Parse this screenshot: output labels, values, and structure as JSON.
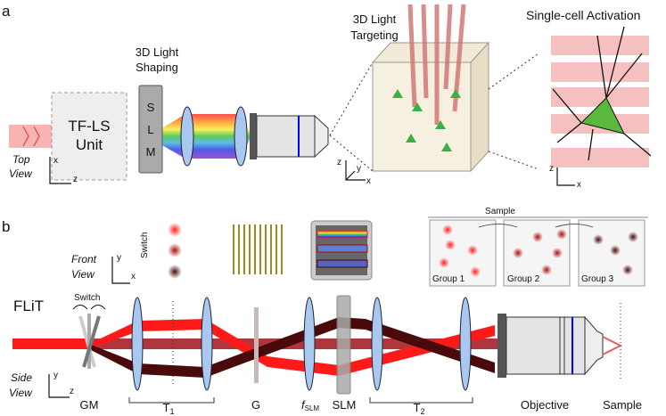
{
  "panel_a": {
    "letter": "a",
    "shaping_title": [
      "3D Light",
      "Shaping"
    ],
    "tfls_unit": [
      "TF-LS",
      "Unit"
    ],
    "slm_letters": [
      "S",
      "L",
      "M"
    ],
    "top_view": [
      "Top",
      "View"
    ],
    "axis_x": "x",
    "axis_z": "z",
    "targeting_title": [
      "3D Light",
      "Targeting"
    ],
    "cube_axes": {
      "z": "z",
      "y": "y",
      "x": "x"
    },
    "activation_title": "Single-cell Activation",
    "cell_axes": {
      "z": "z",
      "x": "x"
    }
  },
  "panel_b": {
    "letter": "b",
    "front_view": [
      "Front",
      "View"
    ],
    "front_axes": {
      "y": "y",
      "x": "x"
    },
    "switch_vertical": "Switch",
    "sample_title": "Sample",
    "groups": [
      "Group 1",
      "Group 2",
      "Group 3"
    ],
    "flit": "FLiT",
    "switch_label": "Switch",
    "side_view": [
      "Side",
      "View"
    ],
    "side_axes": {
      "y": "y",
      "z": "z"
    },
    "components": {
      "gm": "GM",
      "t1": "T",
      "t1_sub": "1",
      "g": "G",
      "fslm": "f",
      "fslm_sub": "SLM",
      "slm": "SLM",
      "t2": "T",
      "t2_sub": "2",
      "objective": "Objective",
      "sample": "Sample"
    }
  },
  "colors": {
    "beam_red": "#ff1a1a",
    "beam_mid": "#a0131a",
    "beam_dark": "#4a0a0c",
    "lens": "#a9c8f0",
    "neuron": "#3cb043"
  }
}
